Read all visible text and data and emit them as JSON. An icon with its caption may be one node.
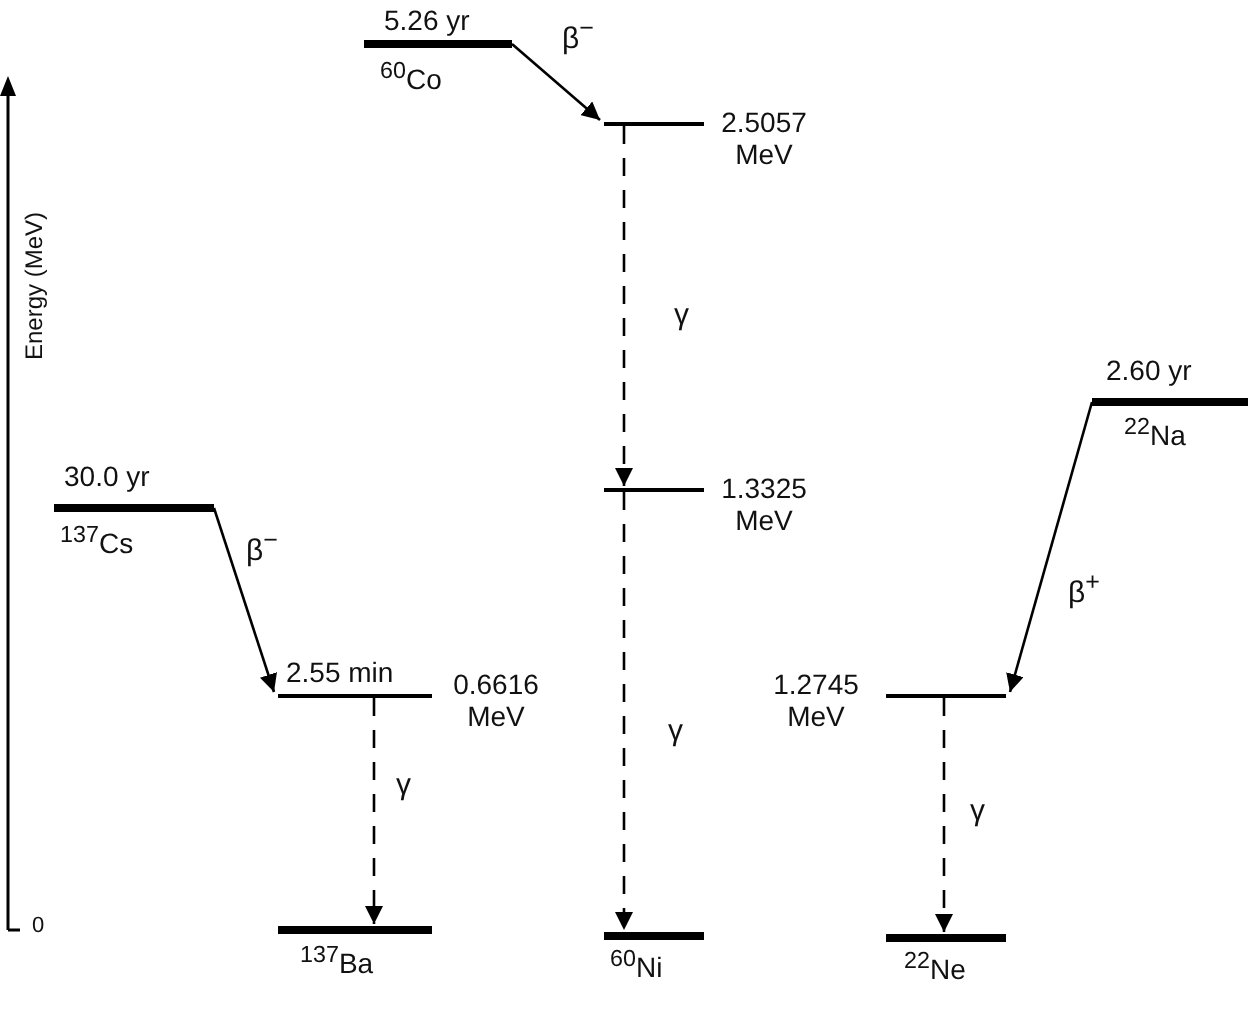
{
  "diagram": {
    "nodes": [
      {
        "text": [
          "5.26 yr",
          "$^{60}$Co"
        ]
      },
      {
        "text": [
          "2.5057 MeV"
        ]
      },
      {
        "text": [
          "1.3325 MeV"
        ]
      },
      {
        "text": [
          "$^{60}$Ni"
        ]
      },
      {
        "text": [
          "30.0 yr",
          "$^{137}$Cs"
        ]
      },
      {
        "text": [
          "2.55 min",
          "0.6616 MeV"
        ]
      },
      {
        "text": [
          "$^{137}$Ba"
        ]
      },
      {
        "text": [
          "2.60 yr",
          "$^{22}$Na"
        ]
      },
      {
        "text": [
          "1.2745 MeV"
        ]
      },
      {
        "text": [
          "$^{22}$Ne"
        ]
      }
    ],
    "edges": [
      {
        "from": 0,
        "to": 1,
        "arrow": "to",
        "label": "β$^{−}$"
      },
      {
        "from": 1,
        "to": 2,
        "arrow": "to",
        "label": "γ",
        "style": "dashed"
      },
      {
        "from": 2,
        "to": 3,
        "arrow": "to",
        "label": "γ",
        "style": "dashed"
      },
      {
        "from": 4,
        "to": 5,
        "arrow": "to",
        "label": "β$^{−}$"
      },
      {
        "from": 5,
        "to": 6,
        "arrow": "to",
        "label": "γ",
        "style": "dashed"
      },
      {
        "from": 7,
        "to": 8,
        "arrow": "to",
        "label": "β$^{+}$"
      },
      {
        "from": 8,
        "to": 9,
        "arrow": "to",
        "label": "γ",
        "style": "dashed"
      }
    ],
    "labels": [
      "Energy (MeV)",
      "0"
    ]
  }
}
